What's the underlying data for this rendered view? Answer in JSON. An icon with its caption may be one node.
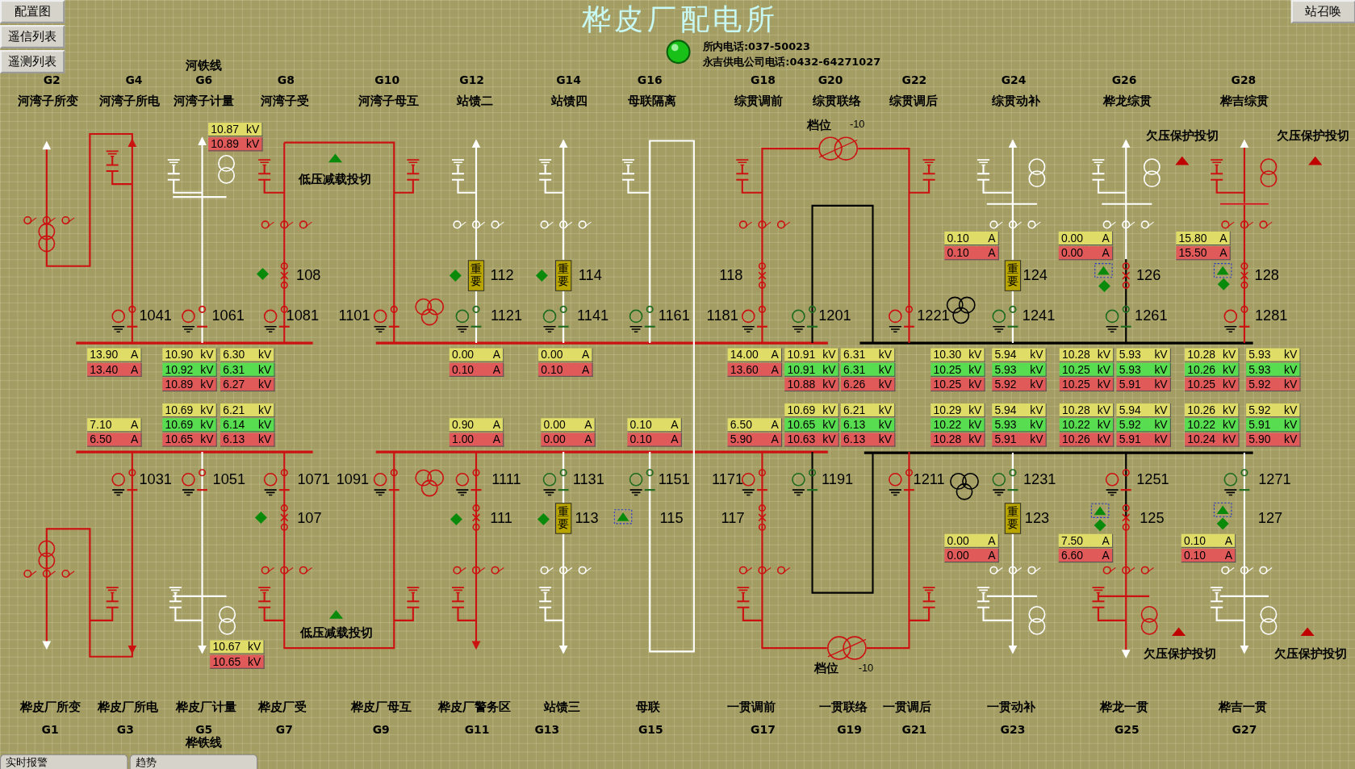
{
  "diagram": {
    "title": "桦皮厂配电所",
    "labels": [
      "配置图",
      "遥信列表",
      "遥测列表",
      "站召唤",
      "河铁线",
      "所内电话:037-50023",
      "永吉供电公司电话:0432-64271027",
      "G2",
      "G4",
      "G6",
      "G8",
      "G10",
      "G12",
      "G14",
      "G16",
      "G18",
      "G20",
      "G22",
      "G24",
      "G26",
      "G28",
      "河湾子所变",
      "河湾子所电",
      "河湾子计量",
      "河湾子受",
      "河湾子母互",
      "站馈二",
      "站馈四",
      "母联隔离",
      "综贯调前",
      "综贯联络",
      "综贯调后",
      "综贯动补",
      "桦龙综贯",
      "桦吉综贯",
      "档位",
      "-10",
      "欠压保护投切",
      "欠压保护投切",
      "10.87 kV",
      "10.89 kV",
      "低压减载投切",
      "0.10 A",
      "0.10 A",
      "0.00 A",
      "0.00 A",
      "15.80 A",
      "15.50 A",
      "108",
      "重要",
      "112",
      "重要",
      "114",
      "118",
      "重要",
      "124",
      "126",
      "128",
      "1041",
      "1061",
      "1081",
      "1101",
      "1121",
      "1141",
      "1161",
      "1181",
      "1201",
      "1221",
      "1241",
      "1261",
      "1281",
      "13.90 A",
      "10.90 kV",
      "6.30 kV",
      "0.00 A",
      "0.00 A",
      "14.00 A",
      "10.91 kV",
      "6.31 kV",
      "10.30 kV",
      "5.94 kV",
      "10.28 kV",
      "5.93 kV",
      "10.28 kV",
      "5.93 kV",
      "13.40 A",
      "10.92 kV",
      "6.31 kV",
      "0.10 A",
      "0.10 A",
      "13.60 A",
      "10.91 kV",
      "6.31 kV",
      "10.25 kV",
      "5.93 kV",
      "10.25 kV",
      "5.93 kV",
      "10.26 kV",
      "5.93 kV",
      "10.89 kV",
      "6.27 kV",
      "10.88 kV",
      "6.26 kV",
      "10.25 kV",
      "5.92 kV",
      "10.25 kV",
      "5.91 kV",
      "10.25 kV",
      "5.92 kV",
      "10.69 kV",
      "6.21 kV",
      "10.69 kV",
      "6.21 kV",
      "10.29 kV",
      "5.94 kV",
      "10.28 kV",
      "5.94 kV",
      "10.26 kV",
      "5.92 kV",
      "7.10 A",
      "10.69 kV",
      "6.14 kV",
      "0.90 A",
      "0.00 A",
      "0.10 A",
      "6.50 A",
      "10.65 kV",
      "6.13 kV",
      "10.22 kV",
      "5.93 kV",
      "10.22 kV",
      "5.92 kV",
      "10.22 kV",
      "5.91 kV",
      "6.50 A",
      "10.65 kV",
      "6.13 kV",
      "1.00 A",
      "0.00 A",
      "0.10 A",
      "5.90 A",
      "10.63 kV",
      "6.13 kV",
      "10.28 kV",
      "5.91 kV",
      "10.26 kV",
      "5.91 kV",
      "10.24 kV",
      "5.90 kV",
      "1031",
      "1051",
      "1071",
      "1091",
      "1111",
      "1131",
      "1151",
      "1171",
      "1191",
      "1211",
      "1231",
      "1251",
      "1271",
      "107",
      "111",
      "重要",
      "113",
      "115",
      "117",
      "重要",
      "123",
      "125",
      "127",
      "0.00 A",
      "7.50 A",
      "0.10 A",
      "0.00 A",
      "6.60 A",
      "0.10 A",
      "低压减载投切",
      "10.67 kV",
      "10.65 kV",
      "欠压保护投切",
      "欠压保护投切",
      "档位",
      "-10",
      "桦皮厂所变",
      "桦皮厂所电",
      "桦皮厂计量",
      "桦皮厂受",
      "桦皮厂母互",
      "桦皮厂警务区",
      "站馈三",
      "母联",
      "一贯调前",
      "一贯联络",
      "一贯调后",
      "一贯动补",
      "桦龙一贯",
      "桦吉一贯",
      "G1",
      "G3",
      "G5",
      "G7",
      "G9",
      "G11",
      "G13",
      "G15",
      "G17",
      "G19",
      "G21",
      "G23",
      "G25",
      "G27",
      "桦铁线",
      "实时报警",
      "趋势"
    ]
  }
}
